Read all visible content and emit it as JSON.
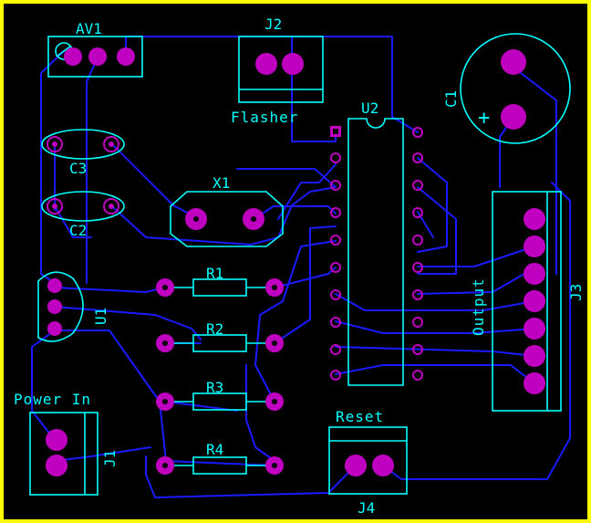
{
  "board": {
    "border_color": "#ffff00",
    "silkscreen_color": "#00ffff",
    "trace_color": "#1a1aff",
    "pad_color": "#c000c0",
    "background": "#000000"
  },
  "components": {
    "av1": "AV1",
    "j2": "J2",
    "j2_name": "Flasher",
    "u2": "U2",
    "c1": "C1",
    "c1_plus": "+",
    "c3": "C3",
    "c2": "C2",
    "x1": "X1",
    "u1": "U1",
    "r1": "R1",
    "r2": "R2",
    "r3": "R3",
    "r4": "R4",
    "j3": "J3",
    "j3_name": "Output",
    "j1": "J1",
    "j1_name": "Power In",
    "j4": "J4",
    "j4_name": "Reset"
  }
}
